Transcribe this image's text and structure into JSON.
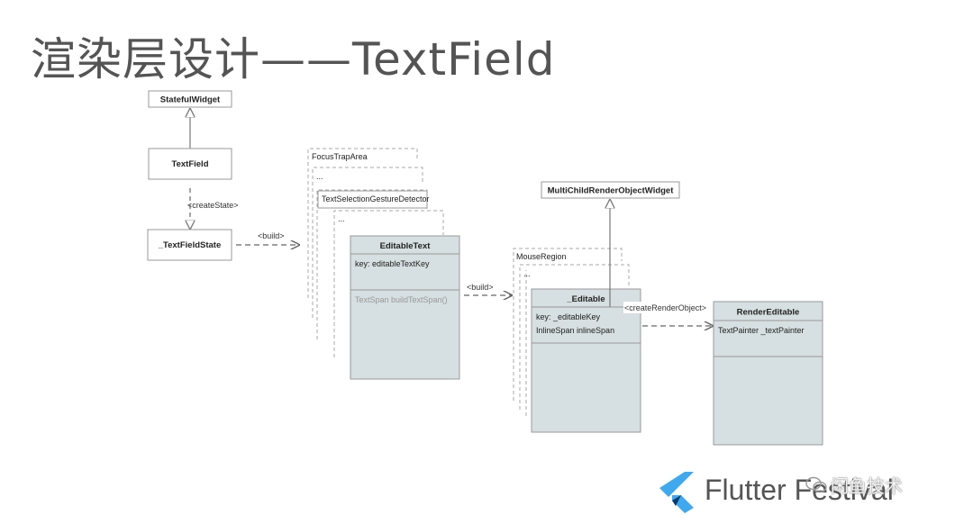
{
  "title": "渲染层设计——TextField",
  "nodes": {
    "stateful_widget": "StatefulWidget",
    "text_field": "TextField",
    "text_field_state": "_TextFieldState",
    "focus_trap_area": "FocusTrapArea",
    "ellipsis_1": "...",
    "text_selection_gesture_detector": "TextSelectionGestureDetector",
    "ellipsis_2": "...",
    "editable_text": {
      "name": "EditableText",
      "field": "key: editableTextKey",
      "method": "TextSpan buildTextSpan()"
    },
    "multi_child_render_object_widget": "MultiChildRenderObjectWidget",
    "mouse_region": "MouseRegion",
    "ellipsis_3": "...",
    "editable": {
      "name": "_Editable",
      "field1": "key: _editableKey",
      "field2": "InlineSpan inlineSpan"
    },
    "render_editable": {
      "name": "RenderEditable",
      "field": "TextPainter _textPainter"
    }
  },
  "edges": {
    "create_state": "<createState>",
    "build_1": "<build>",
    "build_2": "<build>",
    "create_render_object": "<createRenderObject>"
  },
  "footer": {
    "brand": "Flutter Festival",
    "watermark": "闲鱼技术"
  },
  "colors": {
    "class_fill": "#d6dfe1",
    "border": "#999999",
    "arrow": "#666666",
    "flutter_blue": "#3fa8ee",
    "flutter_navy": "#0a3a6e"
  }
}
